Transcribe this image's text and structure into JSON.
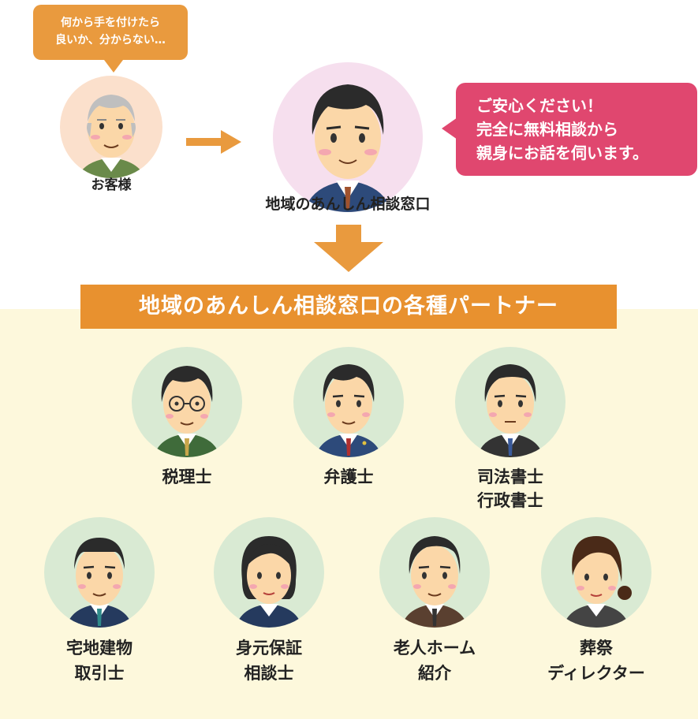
{
  "customer": {
    "bubble_line1": "何から手を付けたら",
    "bubble_line2": "良いか、分からない…",
    "label": "お客様"
  },
  "center": {
    "label": "地域のあんしん相談窓口",
    "bubble_line1": "ご安心ください！",
    "bubble_line2": "完全に無料相談から",
    "bubble_line3": "親身にお話を伺います。"
  },
  "banner": {
    "title": "地域のあんしん相談窓口の各種パートナー"
  },
  "partners": [
    {
      "line1": "税理士",
      "line2": ""
    },
    {
      "line1": "弁護士",
      "line2": ""
    },
    {
      "line1": "司法書士",
      "line2": "行政書士"
    },
    {
      "line1": "宅地建物",
      "line2": "取引士"
    },
    {
      "line1": "身元保証",
      "line2": "相談士"
    },
    {
      "line1": "老人ホーム",
      "line2": "紹介"
    },
    {
      "line1": "葬祭",
      "line2": "ディレクター"
    }
  ],
  "colors": {
    "orange": "#e99a3e",
    "banner_orange": "#e8912f",
    "pink": "#e0476f",
    "partner_circle": "#d9ead3",
    "customer_circle": "#fbe0cc",
    "center_circle": "#f6dfee",
    "partner_bg": "#fdf8dc"
  }
}
